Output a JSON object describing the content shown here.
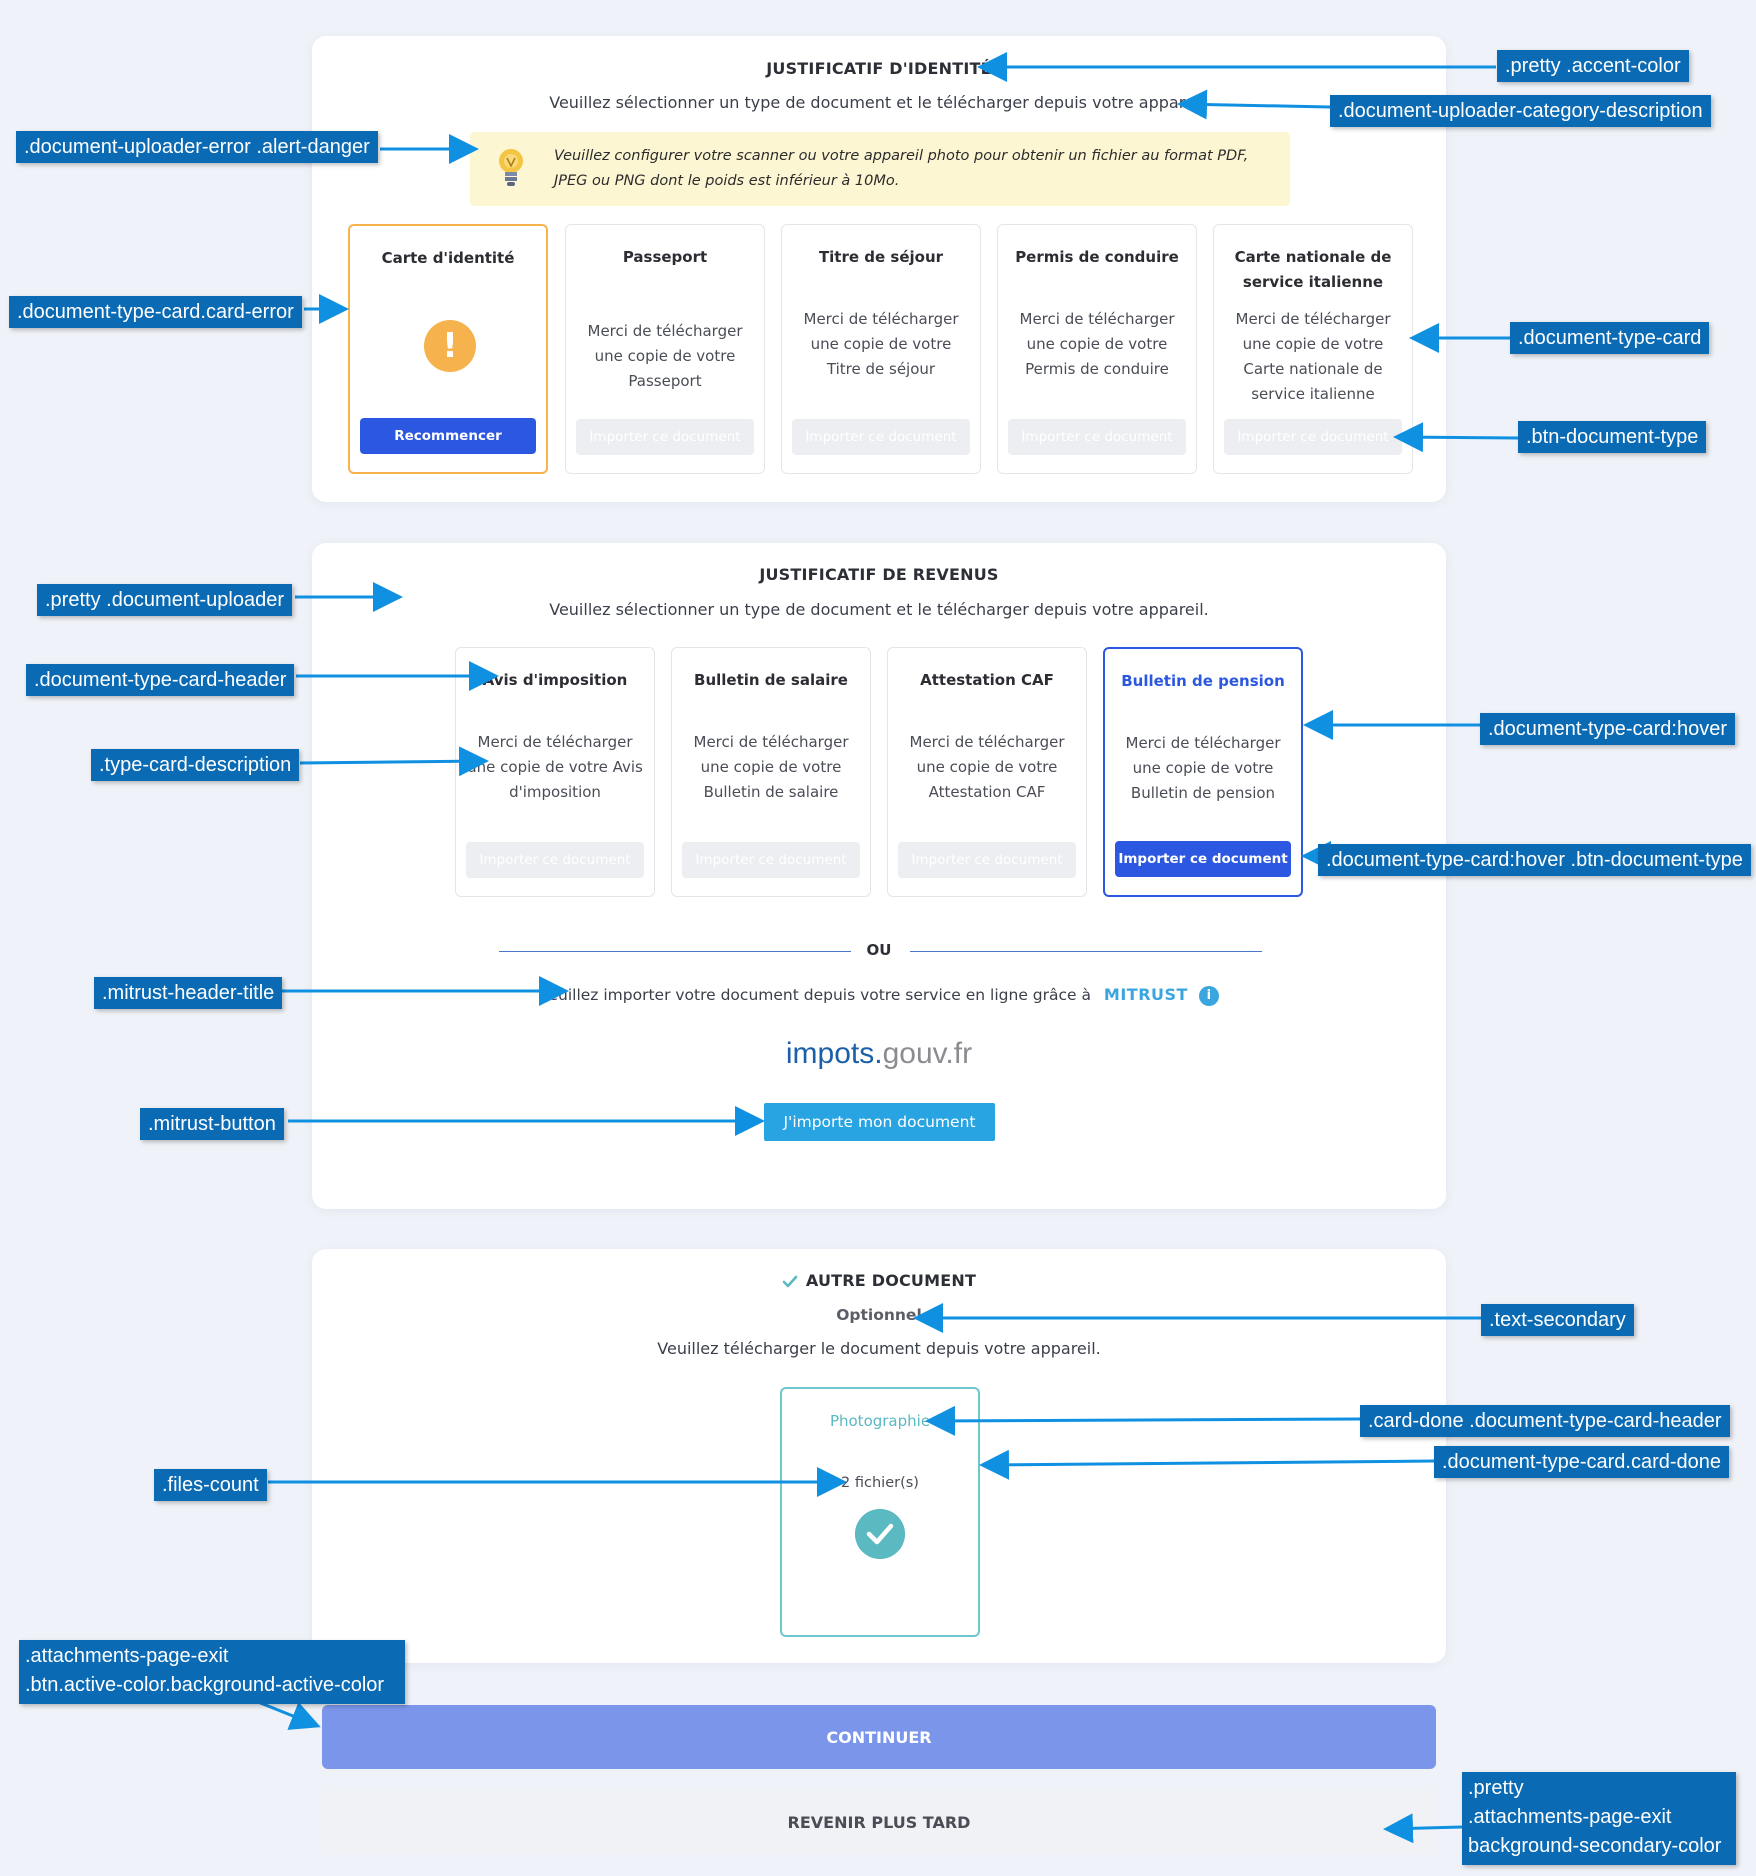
{
  "identity": {
    "title": "JUSTIFICATIF D'IDENTITÉ",
    "description": "Veuillez sélectionner un type de document et le télécharger depuis votre appareil.",
    "alert": "Veuillez configurer votre scanner ou votre appareil photo pour obtenir un fichier au format PDF, JPEG ou PNG dont le poids est inférieur à 10Mo.",
    "cards": [
      {
        "header": "Carte d'identité",
        "error_mark": "!",
        "button": "Recommencer"
      },
      {
        "header": "Passeport",
        "description": "Merci de télécharger une copie de votre Passeport",
        "button": "Importer ce document"
      },
      {
        "header": "Titre de séjour",
        "description": "Merci de télécharger une copie de votre Titre de séjour",
        "button": "Importer ce document"
      },
      {
        "header": "Permis de conduire",
        "description": "Merci de télécharger une copie de votre Permis de conduire",
        "button": "Importer ce document"
      },
      {
        "header": "Carte nationale de service italienne",
        "description": "Merci de télécharger une copie de votre Carte nationale de service italienne",
        "button": "Importer ce document"
      }
    ]
  },
  "revenue": {
    "title": "JUSTIFICATIF DE REVENUS",
    "description": "Veuillez sélectionner un type de document et le télécharger depuis votre appareil.",
    "cards": [
      {
        "header": "Avis d'imposition",
        "description": "Merci de télécharger une copie de votre Avis d'imposition",
        "button": "Importer ce document"
      },
      {
        "header": "Bulletin de salaire",
        "description": "Merci de télécharger une copie de votre Bulletin de salaire",
        "button": "Importer ce document"
      },
      {
        "header": "Attestation CAF",
        "description": "Merci de télécharger une copie de votre Attestation CAF",
        "button": "Importer ce document"
      },
      {
        "header": "Bulletin de pension",
        "description": "Merci de télécharger une copie de votre Bulletin de pension",
        "button": "Importer ce document"
      }
    ],
    "or_label": "OU",
    "mitrust_text": "Veuillez importer votre document depuis votre service en ligne grâce à",
    "mitrust_logo": "MITRUST",
    "info_mark": "i",
    "impots_a": "impots.",
    "impots_b": "gouv.fr",
    "mitrust_button": "J'importe mon document"
  },
  "other": {
    "title": "AUTRE DOCUMENT",
    "optional": "Optionnel",
    "description": "Veuillez télécharger le document depuis votre appareil.",
    "card": {
      "header": "Photographie",
      "files_count": "2 fichier(s)"
    }
  },
  "actions": {
    "continue": "CONTINUER",
    "later": "REVENIR PLUS TARD"
  },
  "annotations": {
    "accent_color": ".pretty .accent-color",
    "category_description": ".document-uploader-category-description",
    "uploader_error": ".document-uploader-error .alert-danger",
    "card_error": ".document-type-card.card-error",
    "type_card": ".document-type-card",
    "btn_document_type": ".btn-document-type",
    "pretty_uploader": ".pretty .document-uploader",
    "card_header": ".document-type-card-header",
    "card_description": ".type-card-description",
    "card_hover": ".document-type-card:hover",
    "card_hover_btn": ".document-type-card:hover .btn-document-type",
    "mitrust_title": ".mitrust-header-title",
    "mitrust_button": ".mitrust-button",
    "text_secondary": ".text-secondary",
    "card_done_header": ".card-done .document-type-card-header",
    "card_done": ".document-type-card.card-done",
    "files_count": ".files-count",
    "exit_line1": ".attachments-page-exit",
    "exit_line2": ".btn.active-color.background-active-color",
    "later_line1": ".pretty",
    "later_line2": ".attachments-page-exit",
    "later_line3": "background-secondary-color"
  },
  "colors": {
    "accent": "#2c57e0",
    "error": "#f6b24c",
    "done": "#5bb9c1",
    "mitrust": "#29a4e2",
    "annotation": "#0a6ab4"
  }
}
